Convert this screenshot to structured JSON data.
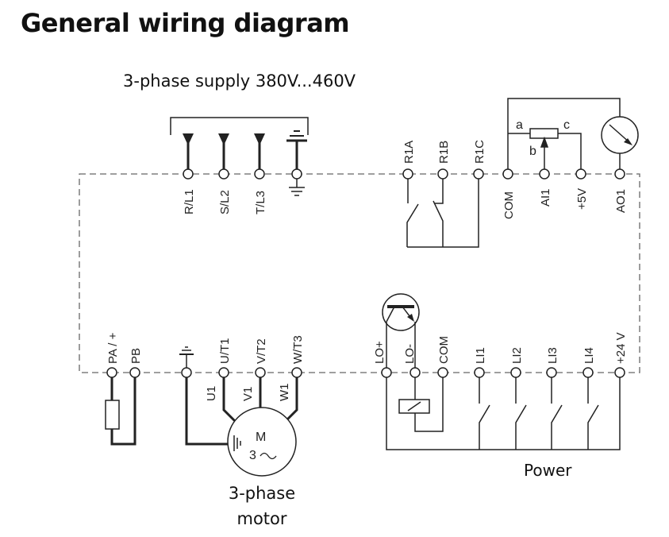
{
  "title": "General wiring diagram",
  "supply_label": "3-phase supply 380V...460V",
  "motor_label_line1": "3-phase",
  "motor_label_line2": "motor",
  "power_label": "Power",
  "top_terminals": {
    "supply": [
      "R/L1",
      "S/L2",
      "T/L3"
    ],
    "relay": [
      "R1A",
      "R1B",
      "R1C"
    ],
    "analog": [
      "COM",
      "AI1",
      "+5V",
      "AO1"
    ]
  },
  "potentiometer": {
    "a": "a",
    "b": "b",
    "c": "c"
  },
  "bottom_terminals": {
    "braking": [
      "PA / +",
      "PB"
    ],
    "motor_out": [
      "U/T1",
      "V/T2",
      "W/T3"
    ],
    "motor_windings": [
      "U1",
      "V1",
      "W1"
    ],
    "logic": [
      "LO+",
      "LO-",
      "COM",
      "LI1",
      "LI2",
      "LI3",
      "LI4",
      "+24 V"
    ]
  },
  "motor_symbol": {
    "letter": "M",
    "phase": "3",
    "ac": "~"
  }
}
